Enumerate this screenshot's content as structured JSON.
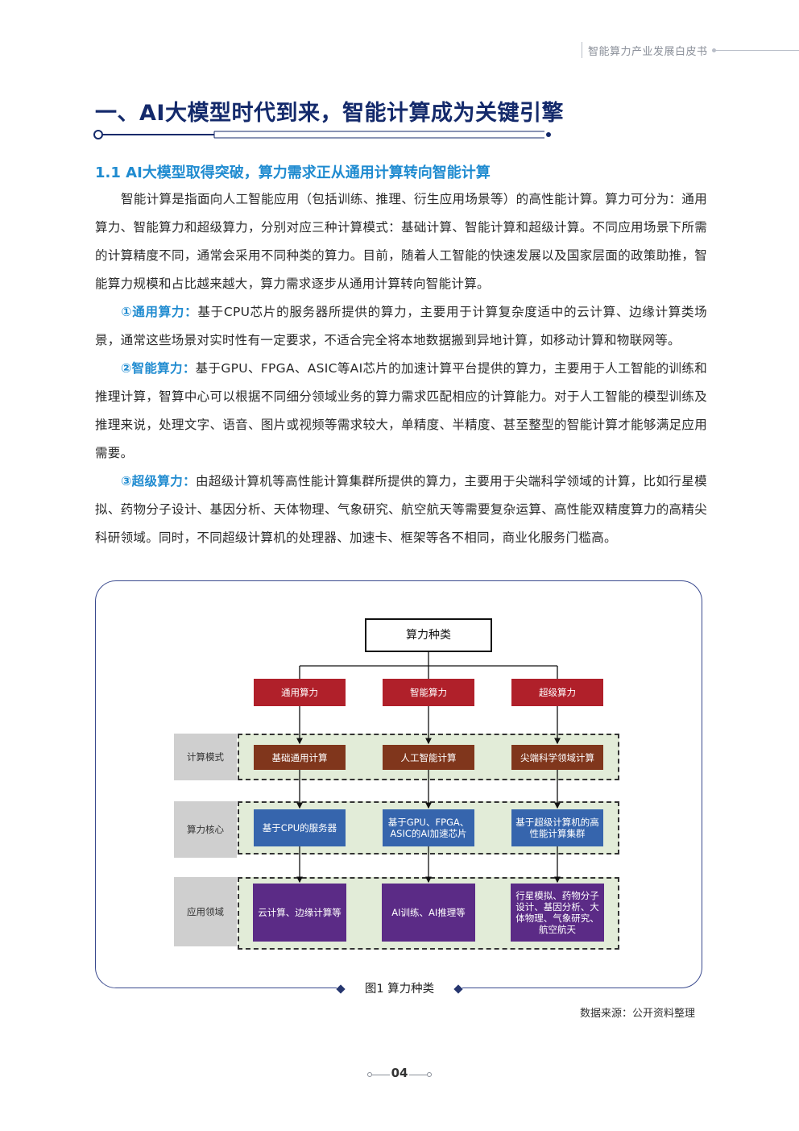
{
  "header": {
    "running_title": "智能算力产业发展白皮书"
  },
  "section": {
    "title": "一、AI大模型时代到来，智能计算成为关键引擎"
  },
  "subsection": {
    "title": "1.1 AI大模型取得突破，算力需求正从通用计算转向智能计算"
  },
  "paragraphs": {
    "p1": "智能计算是指面向人工智能应用（包括训练、推理、衍生应用场景等）的高性能计算。算力可分为：通用算力、智能算力和超级算力，分别对应三种计算模式：基础计算、智能计算和超级计算。不同应用场景下所需的计算精度不同，通常会采用不同种类的算力。目前，随着人工智能的快速发展以及国家层面的政策助推，智能算力规模和占比越来越大，算力需求逐步从通用计算转向智能计算。",
    "p2_label": "①通用算力：",
    "p2": "基于CPU芯片的服务器所提供的算力，主要用于计算复杂度适中的云计算、边缘计算类场景，通常这些场景对实时性有一定要求，不适合完全将本地数据搬到异地计算，如移动计算和物联网等。",
    "p3_label": "②智能算力：",
    "p3": "基于GPU、FPGA、ASIC等AI芯片的加速计算平台提供的算力，主要用于人工智能的训练和推理计算，智算中心可以根据不同细分领域业务的算力需求匹配相应的计算能力。对于人工智能的模型训练及推理来说，处理文字、语音、图片或视频等需求较大，单精度、半精度、甚至整型的智能计算才能够满足应用需要。",
    "p4_label": "③超级算力：",
    "p4": "由超级计算机等高性能计算集群所提供的算力，主要用于尖端科学领域的计算，比如行星模拟、药物分子设计、基因分析、天体物理、气象研究、航空航天等需要复杂运算、高性能双精度算力的高精尖科研领域。同时，不同超级计算机的处理器、加速卡、框架等各不相同，商业化服务门槛高。"
  },
  "figure": {
    "root": "算力种类",
    "types": [
      "通用算力",
      "智能算力",
      "超级算力"
    ],
    "row_labels": [
      "计算模式",
      "算力核心",
      "应用领域"
    ],
    "modes": [
      "基础通用计算",
      "人工智能计算",
      "尖端科学领域计算"
    ],
    "cores": [
      "基于CPU的服务器",
      "基于GPU、FPGA、ASIC的AI加速芯片",
      "基于超级计算机的高性能计算集群"
    ],
    "apps": [
      "云计算、边缘计算等",
      "AI训练、AI推理等",
      "行星模拟、药物分子设计、基因分析、大体物理、气象研究、航空航天"
    ],
    "caption": "图1  算力种类",
    "colors": {
      "type": "#b0202a",
      "mode": "#80361c",
      "core": "#3665ad",
      "app": "#5b2b86",
      "band": "#e2ecd8"
    }
  },
  "source": "数据来源：公开资料整理",
  "page_number": "04"
}
